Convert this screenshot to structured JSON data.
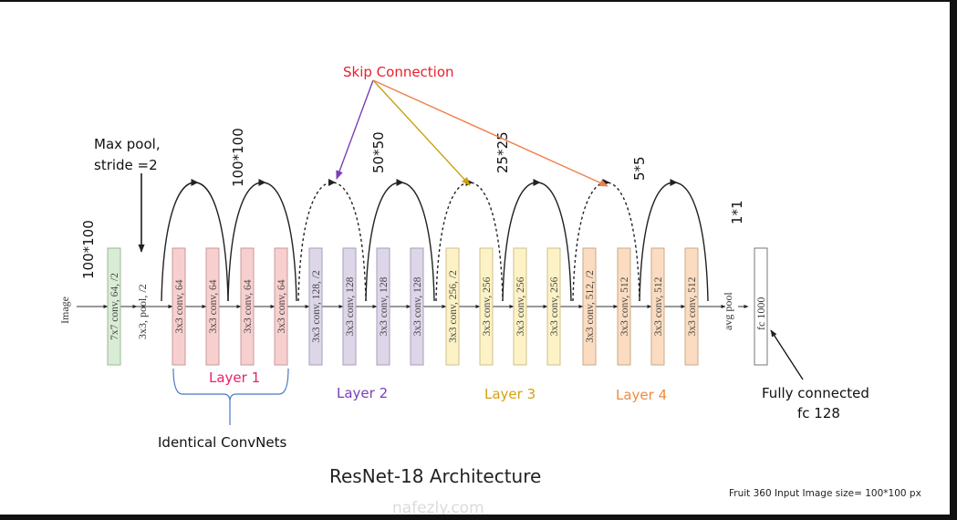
{
  "title": "ResNet-18 Architecture",
  "footer_note": "Fruit 360 Input Image size= 100*100 px",
  "watermark": "nafezly.com",
  "skip_connection_label": "Skip Connection",
  "maxpool_note": {
    "line1": "Max pool,",
    "line2": "stride =2"
  },
  "input_label": "Image",
  "pool_label": "3x3, pool, /2",
  "avgpool_label": "avg pool",
  "fc_label": "fc 1000",
  "fully_connected_note": {
    "line1": "Fully connected",
    "line2": "fc 128"
  },
  "identical_note": "Identical ConvNets",
  "sizes": [
    "100*100",
    "100*100",
    "50*50",
    "25*25",
    "5*5",
    "1*1"
  ],
  "colors": {
    "green": "#d9ecd5",
    "pink": "#f7cfcf",
    "purple": "#ddd6e8",
    "yellow": "#fdf2c6",
    "orange": "#fbdcc0",
    "skip_label": "#e8202a",
    "layer1": "#e8206b",
    "layer2": "#7a3fb5",
    "layer3": "#d4a017",
    "layer4": "#ef8a3c",
    "arrow_purple": "#7a3fb5",
    "arrow_gold": "#c9a010",
    "arrow_orange": "#ef7f4a",
    "brace": "#4a78c0"
  },
  "blocks": [
    {
      "label": "7x7 conv, 64, /2",
      "color": "green"
    },
    {
      "label": "3x3 conv, 64",
      "color": "pink"
    },
    {
      "label": "3x3 conv, 64",
      "color": "pink"
    },
    {
      "label": "3x3 conv, 64",
      "color": "pink"
    },
    {
      "label": "3x3 conv, 64",
      "color": "pink"
    },
    {
      "label": "3x3 conv, 128, /2",
      "color": "purple"
    },
    {
      "label": "3x3 conv, 128",
      "color": "purple"
    },
    {
      "label": "3x3 conv, 128",
      "color": "purple"
    },
    {
      "label": "3x3 conv, 128",
      "color": "purple"
    },
    {
      "label": "3x3 conv, 256, /2",
      "color": "yellow"
    },
    {
      "label": "3x3 conv, 256",
      "color": "yellow"
    },
    {
      "label": "3x3 conv, 256",
      "color": "yellow"
    },
    {
      "label": "3x3 conv, 256",
      "color": "yellow"
    },
    {
      "label": "3x3 conv, 512, /2",
      "color": "orange"
    },
    {
      "label": "3x3 conv, 512",
      "color": "orange"
    },
    {
      "label": "3x3 conv, 512",
      "color": "orange"
    },
    {
      "label": "3x3 conv, 512",
      "color": "orange"
    }
  ],
  "layers": [
    {
      "label": "Layer 1",
      "color": "layer1"
    },
    {
      "label": "Layer 2",
      "color": "layer2"
    },
    {
      "label": "Layer 3",
      "color": "layer3"
    },
    {
      "label": "Layer 4",
      "color": "layer4"
    }
  ]
}
